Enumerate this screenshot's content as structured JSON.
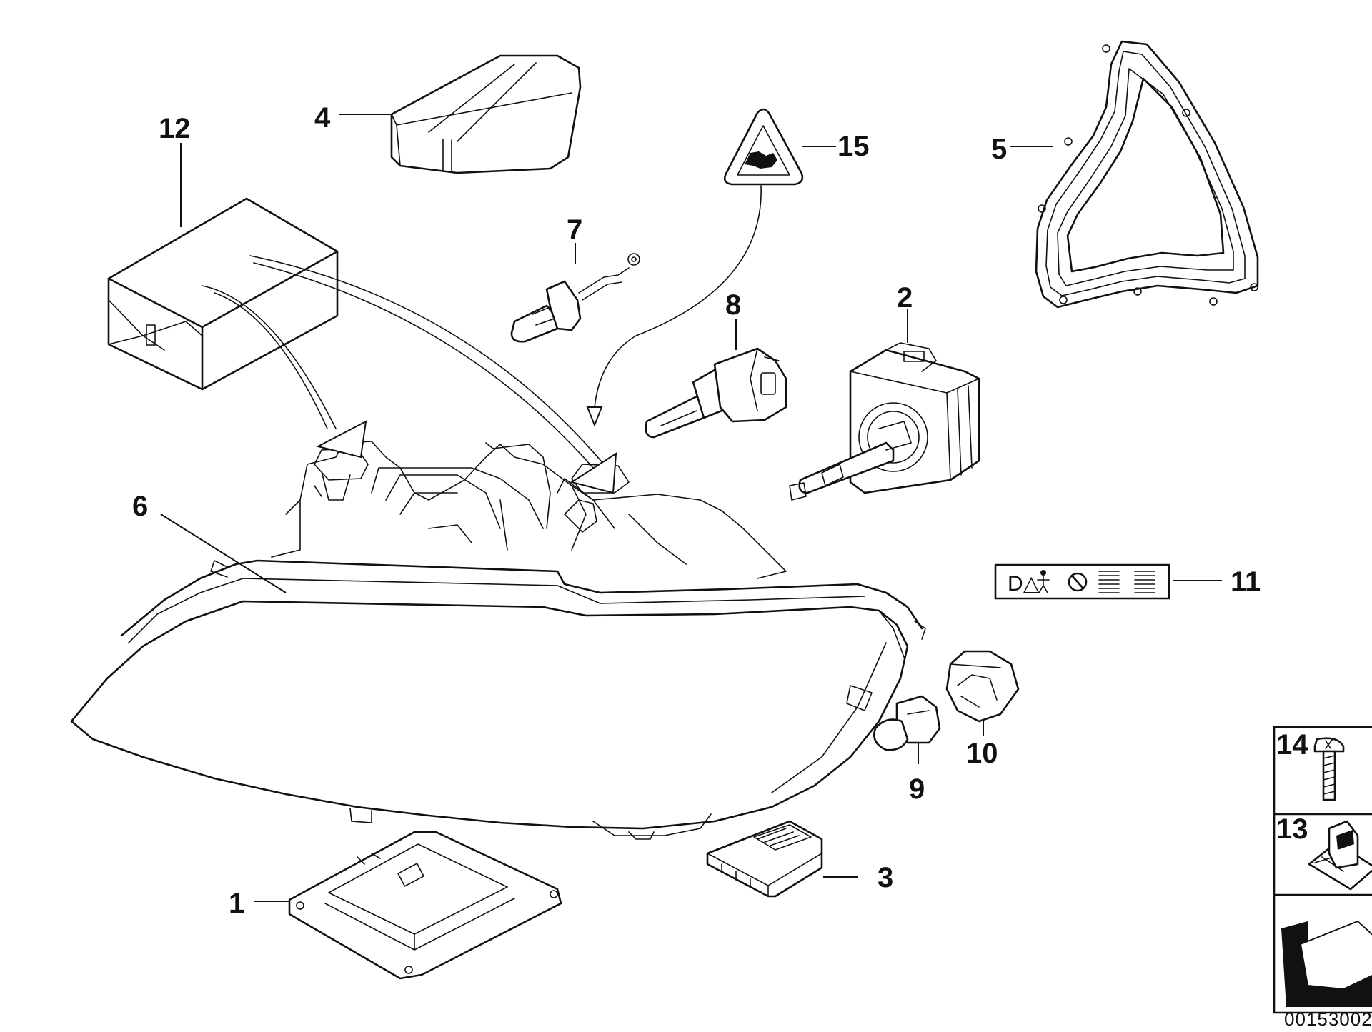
{
  "callouts": {
    "c1": "1",
    "c2": "2",
    "c3": "3",
    "c4": "4",
    "c5": "5",
    "c6": "6",
    "c7": "7",
    "c8": "8",
    "c9": "9",
    "c10": "10",
    "c11": "11",
    "c12": "12",
    "c13": "13",
    "c14": "14",
    "c15": "15"
  },
  "label_plate": {
    "text": "D△"
  },
  "document_number": "00153002"
}
